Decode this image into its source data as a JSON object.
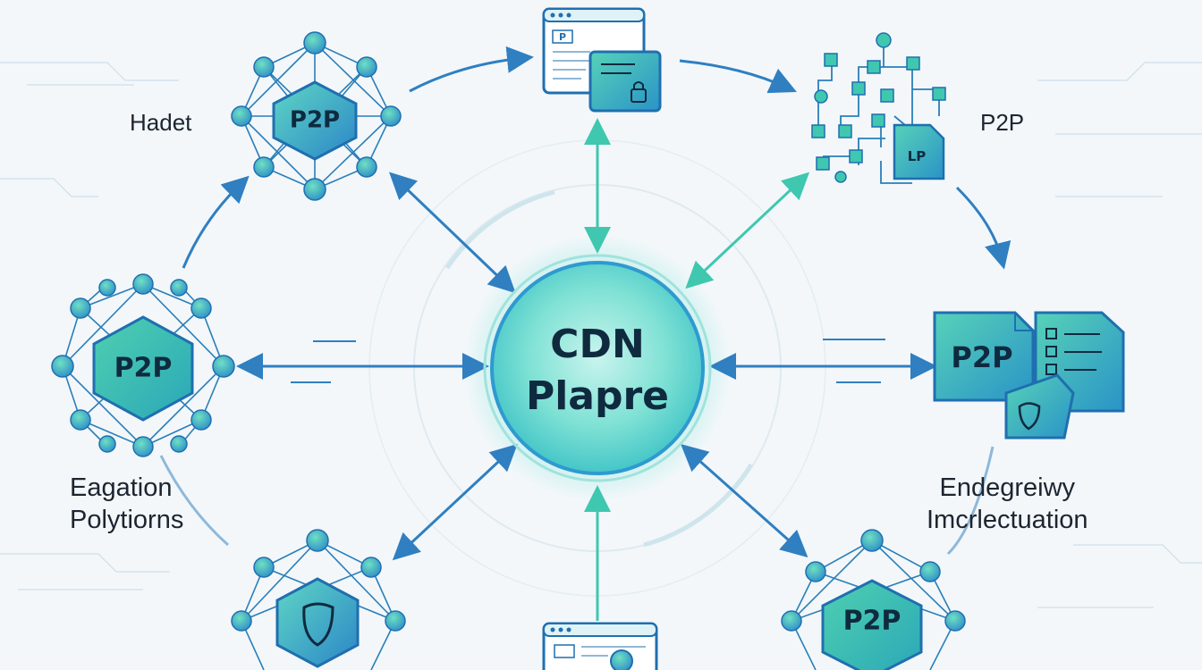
{
  "center": {
    "title_line1": "CDN",
    "title_line2": "Plapre"
  },
  "labels": {
    "top_left": "Hadet",
    "top_right": "P2P",
    "left_line1": "Eagation",
    "left_line2": "Polytiorns",
    "right_line1": "Endegreiwy",
    "right_line2": "Imcrlectuation"
  },
  "nodes": {
    "top_left_hex": "P2P",
    "mid_left_hex": "P2P",
    "bottom_right_hex": "P2P",
    "right_document": "P2P",
    "top_right_file": "LP",
    "top_window_tag": "P"
  },
  "colors": {
    "accent_blue": "#2f7fc1",
    "accent_teal": "#3fc7b0",
    "node_dark": "#1f6fb0",
    "node_light": "#4cd0b0",
    "background": "#f3f7fa"
  }
}
